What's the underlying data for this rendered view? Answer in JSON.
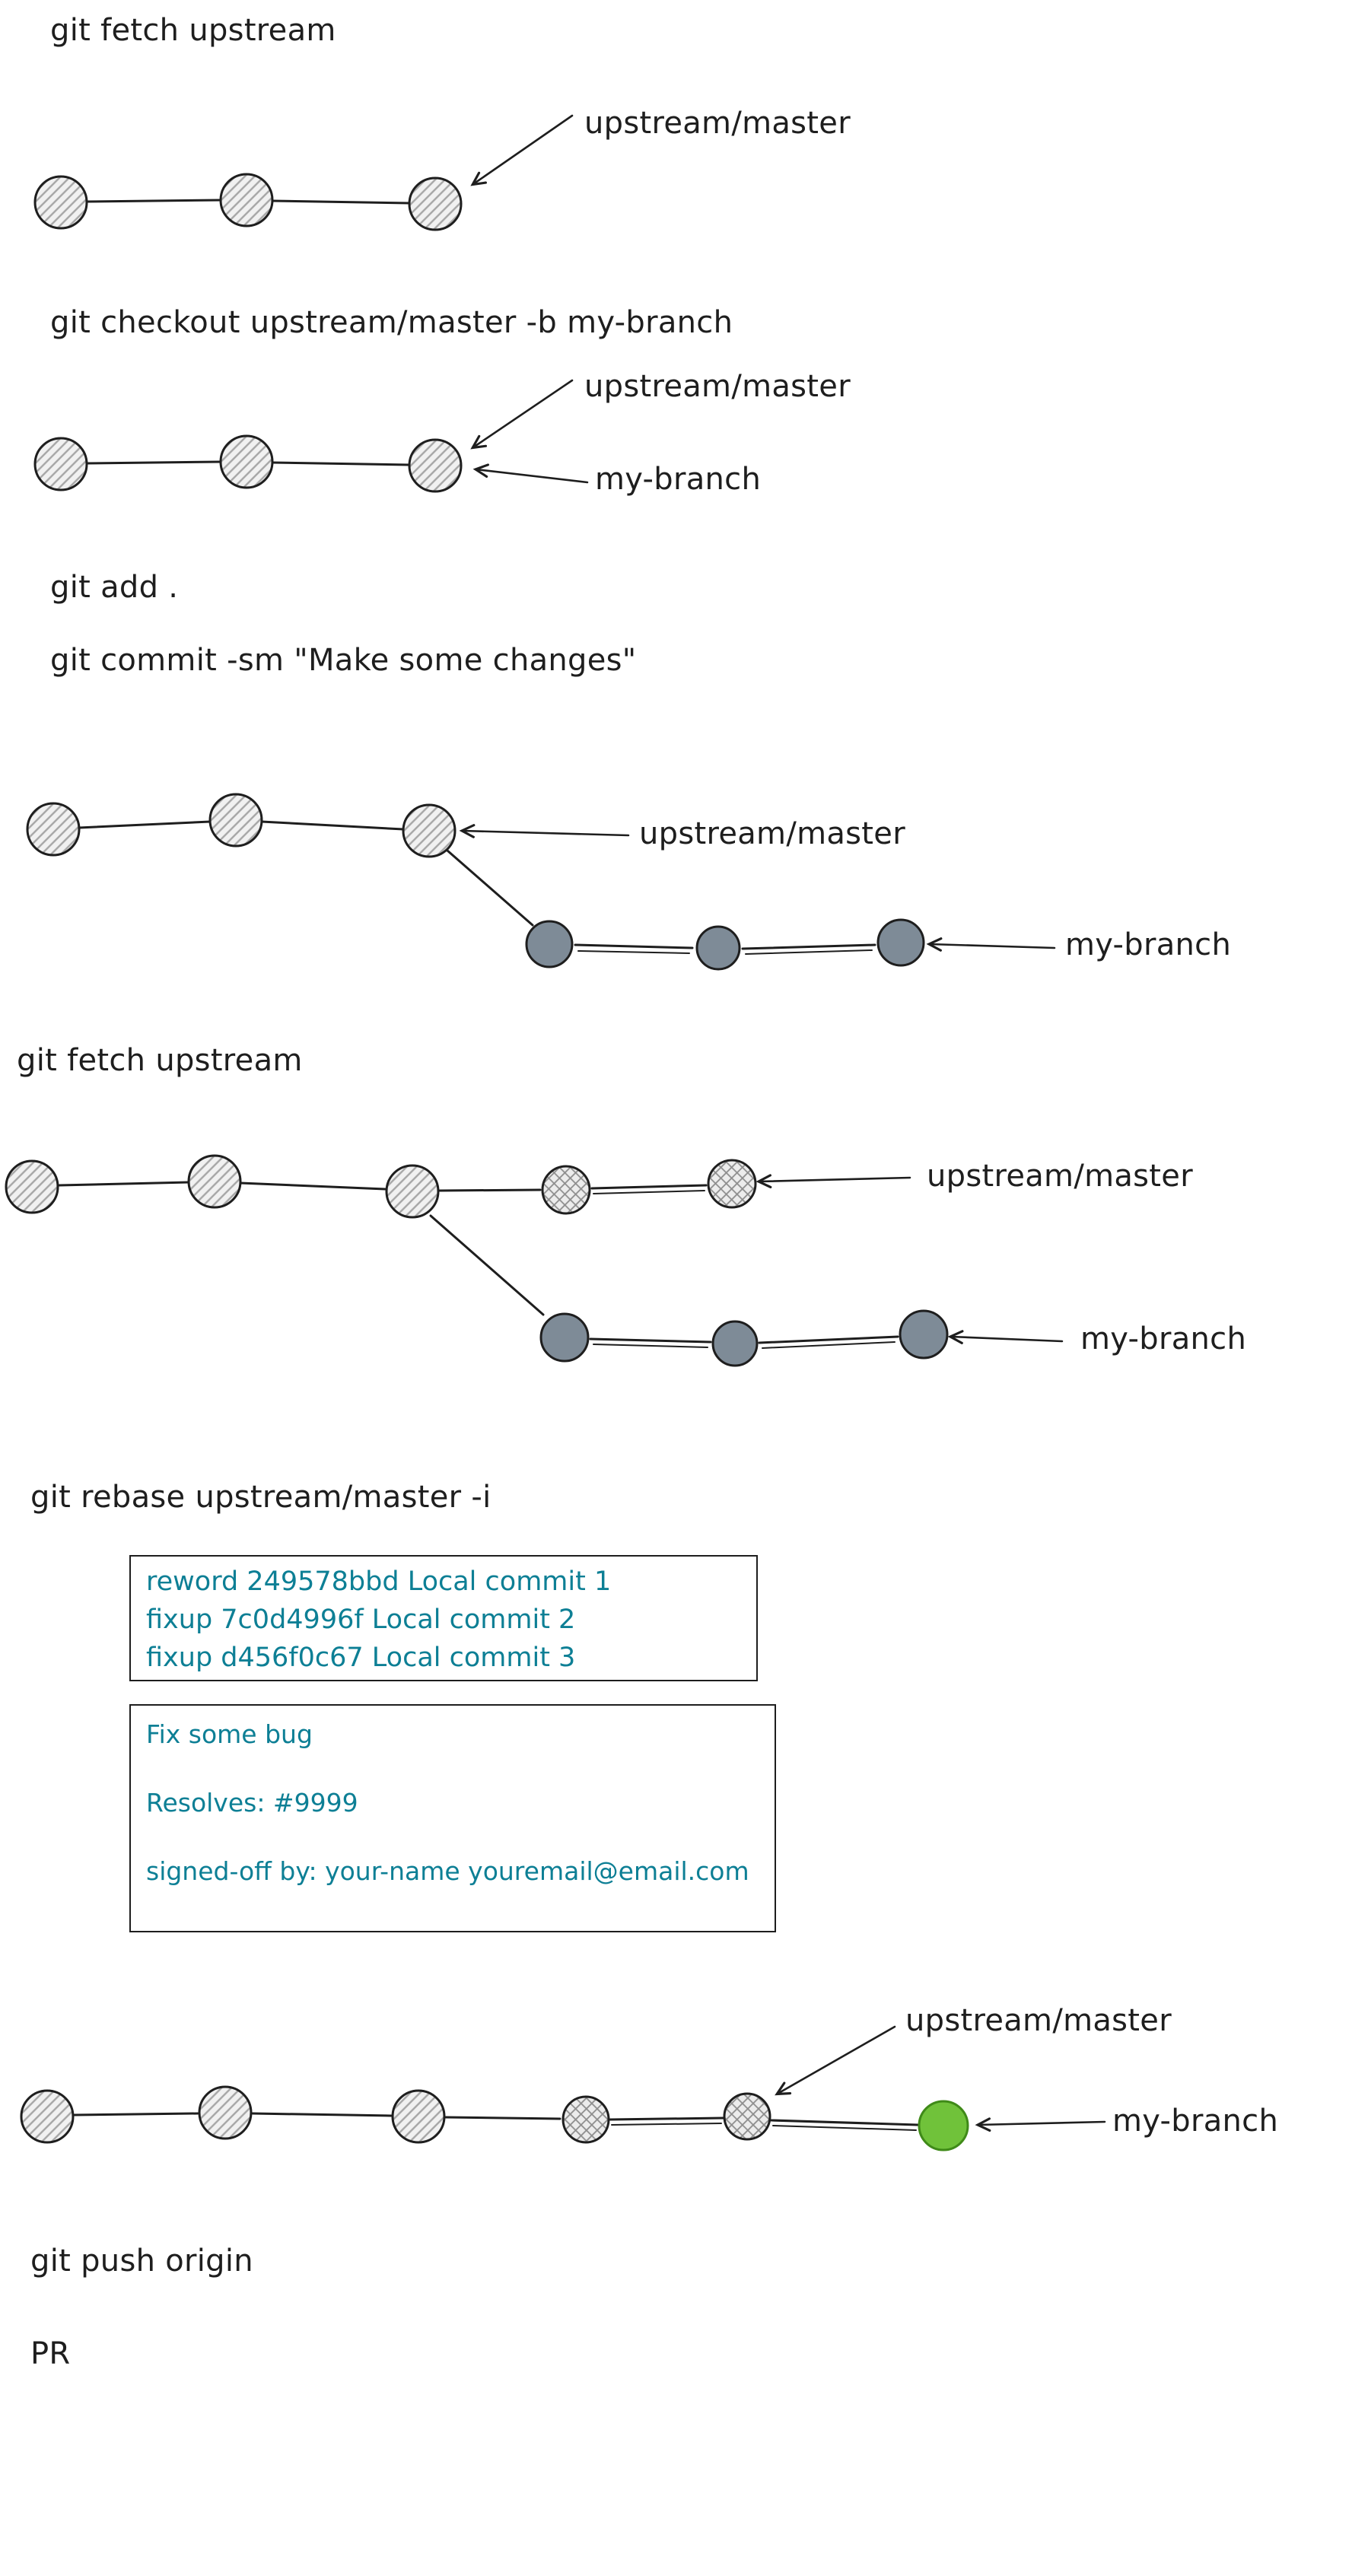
{
  "title": "Git fork update and rebase workflow diagram",
  "colors": {
    "ink": "#1e1e1e",
    "teal_text": "#0d7f95",
    "commit_gray_fill": "#7e8b97",
    "commit_green_fill": "#70c23a",
    "background": "#ffffff"
  },
  "commands": {
    "fetch_upstream": "git fetch upstream",
    "checkout_branch": "git checkout upstream/master -b my-branch",
    "add": "git add .",
    "commit": "git commit -sm \"Make some changes\"",
    "rebase": "git rebase upstream/master -i",
    "push": "git push origin",
    "pr": "PR"
  },
  "labels": {
    "upstream_master": "upstream/master",
    "my_branch": "my-branch"
  },
  "rebase_todo": {
    "lines": [
      "reword 249578bbd Local commit 1",
      "fixup 7c0d4996f Local commit 2",
      "fixup d456f0c67 Local commit 3"
    ]
  },
  "commit_message": {
    "lines": [
      "Fix some bug",
      "Resolves: #9999",
      "signed-off by: your-name youremail@email.com"
    ]
  }
}
